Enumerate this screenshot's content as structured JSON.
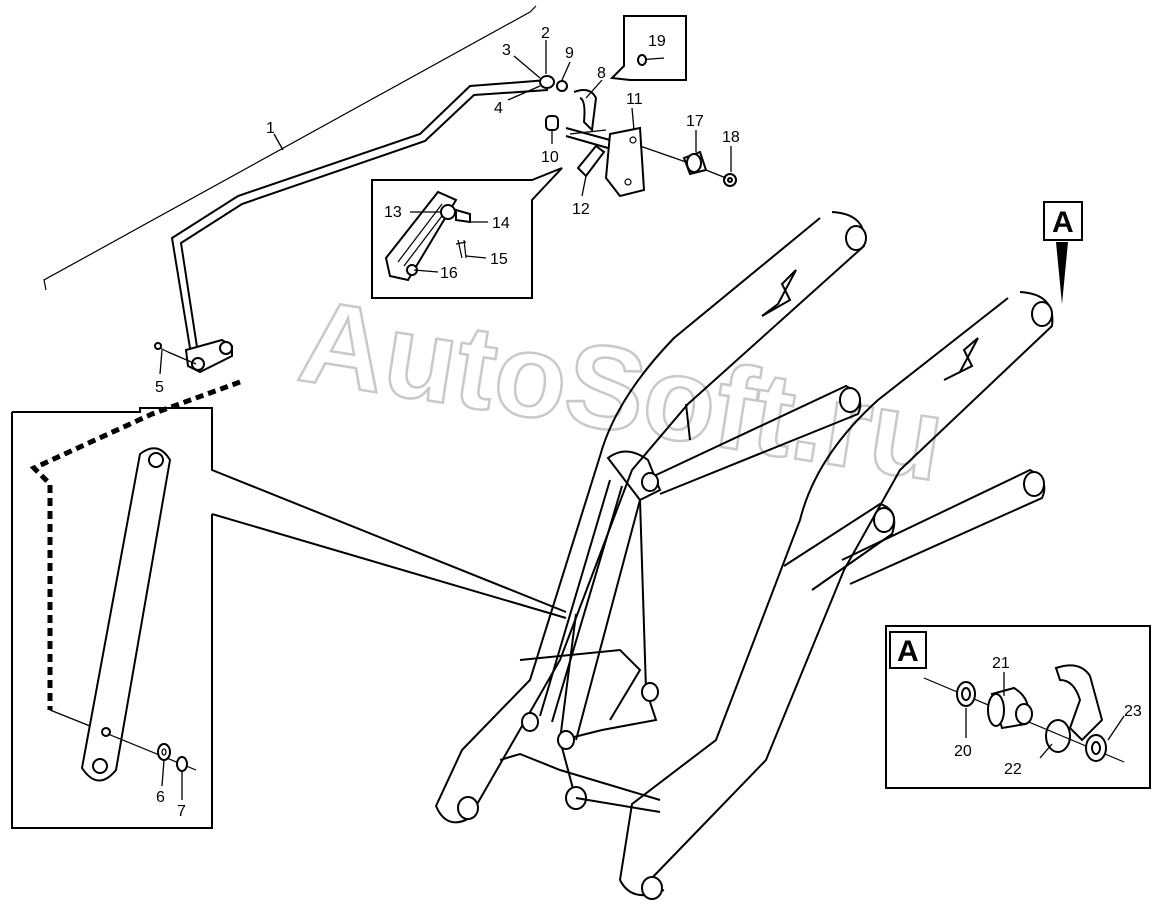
{
  "watermark": "AutoSoft.ru",
  "callouts": {
    "c1": "1",
    "c2": "2",
    "c3": "3",
    "c4": "4",
    "c5": "5",
    "c6": "6",
    "c7": "7",
    "c8": "8",
    "c9": "9",
    "c10": "10",
    "c11": "11",
    "c12": "12",
    "c13": "13",
    "c14": "14",
    "c15": "15",
    "c16": "16",
    "c17": "17",
    "c18": "18",
    "c19": "19",
    "c20": "20",
    "c21": "21",
    "c22": "22",
    "c23": "23"
  },
  "view_marker": "A",
  "detail_box_label": "A"
}
